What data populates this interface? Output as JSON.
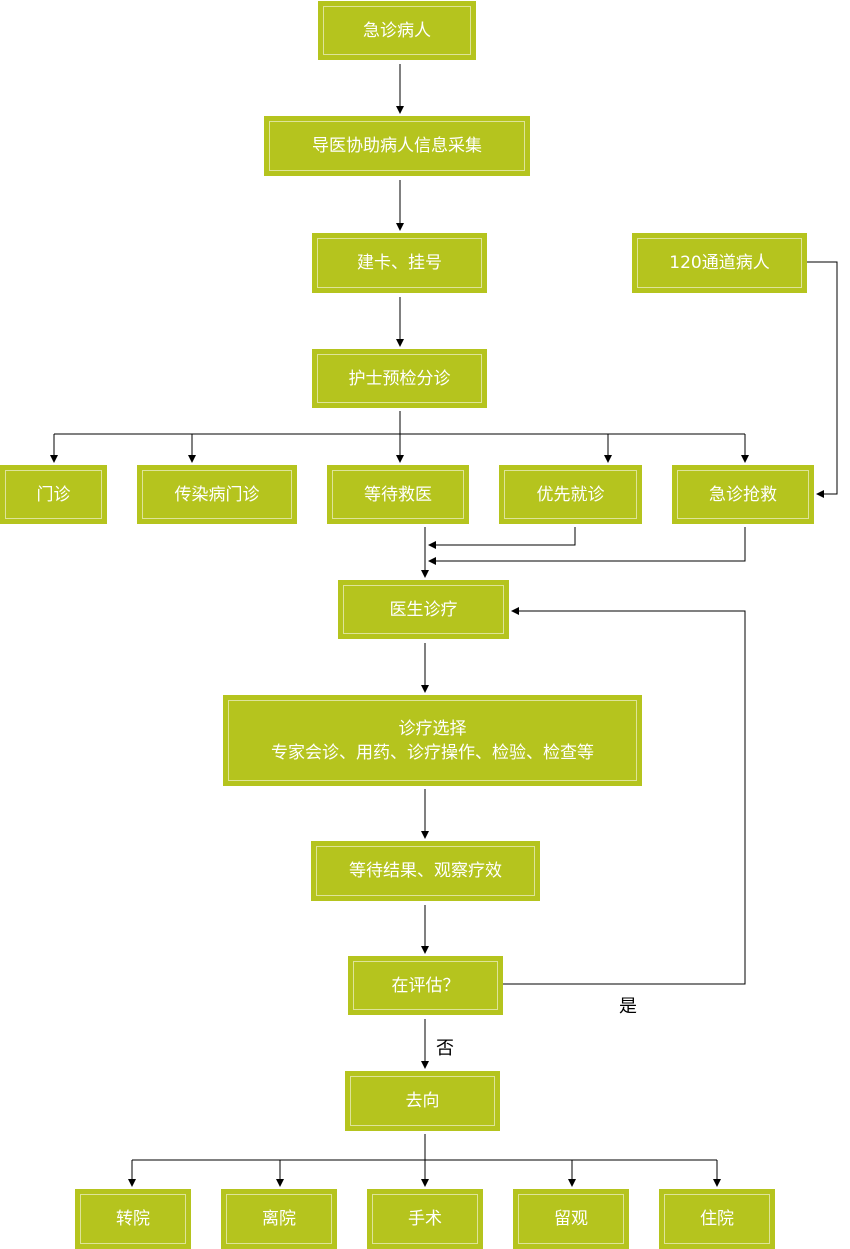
{
  "colors": {
    "node_fill": "#b5c41e",
    "node_text": "#ffffff",
    "line": "#000000"
  },
  "nodes": {
    "emergency_patient": "急诊病人",
    "info_collection": "导医协助病人信息采集",
    "registration": "建卡、挂号",
    "channel_120": "120通道病人",
    "triage": "护士预检分诊",
    "outpatient": "门诊",
    "infectious_outpatient": "传染病门诊",
    "waiting_treatment": "等待救医",
    "priority": "优先就诊",
    "rescue": "急诊抢救",
    "doctor": "医生诊疗",
    "choice_title": "诊疗选择",
    "choice_detail": "专家会诊、用药、诊疗操作、检验、检查等",
    "observe": "等待结果、观察疗效",
    "reassess": "在评估？",
    "destination": "去向",
    "transfer": "转院",
    "discharge": "离院",
    "surgery": "手术",
    "observation": "留观",
    "admission": "住院"
  },
  "edge_labels": {
    "yes": "是",
    "no": "否"
  }
}
